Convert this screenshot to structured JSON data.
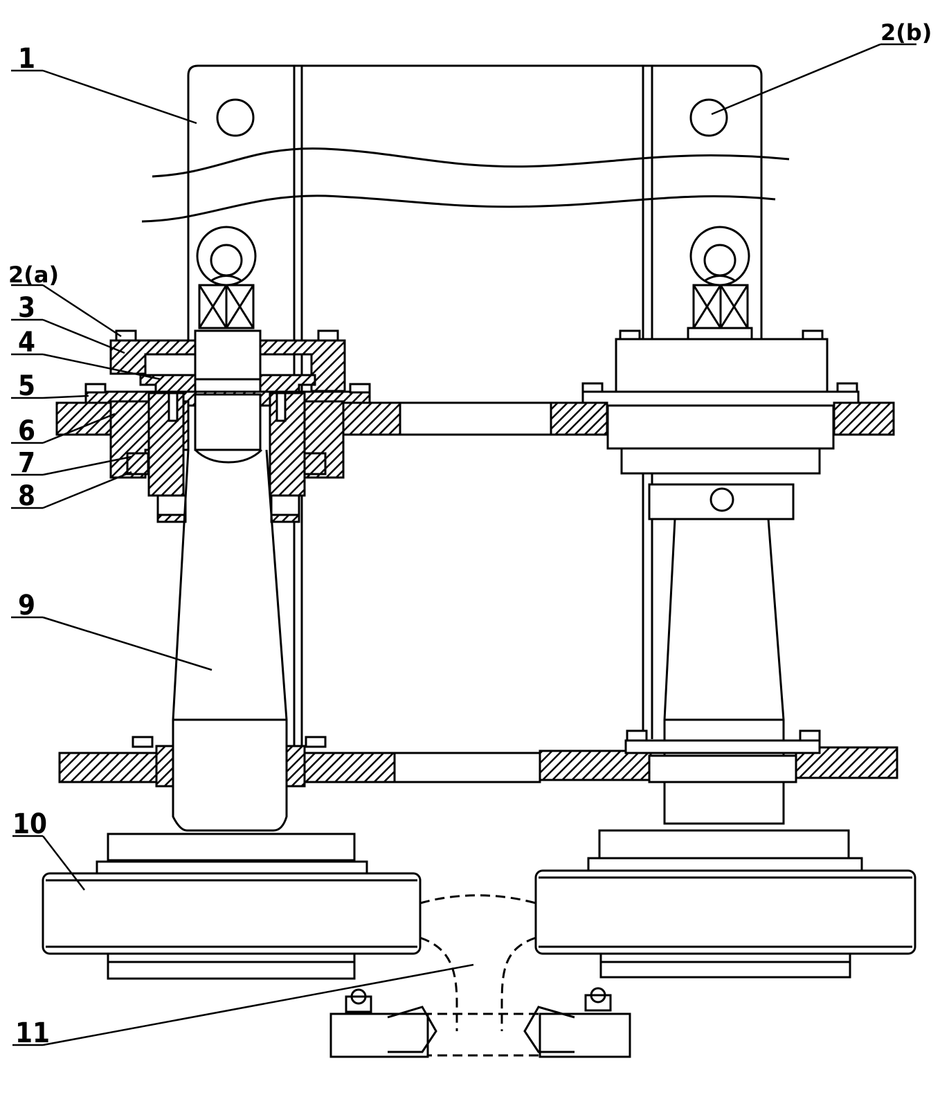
{
  "figure": {
    "labels": {
      "l1": "1",
      "l2b": "2(b)",
      "l2a": "2(a)",
      "l3": "3",
      "l4": "4",
      "l5": "5",
      "l6": "6",
      "l7": "7",
      "l8": "8",
      "l9": "9",
      "l10": "10",
      "l11": "11"
    },
    "colors": {
      "ink": "#000000",
      "paper": "#ffffff"
    }
  }
}
